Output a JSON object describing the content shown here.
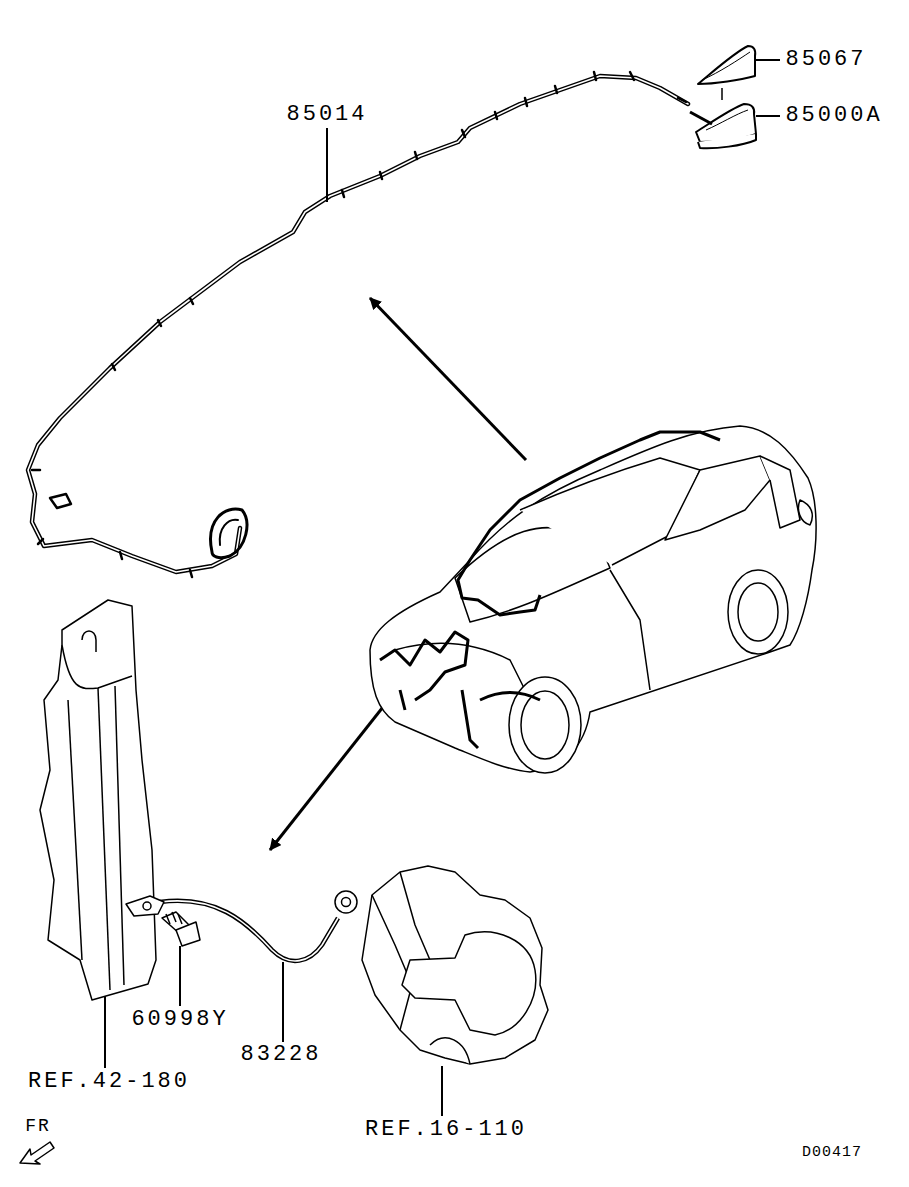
{
  "diagram": {
    "labels": [
      "85067",
      "85014",
      "85000A",
      "60998Y",
      "83228",
      "REF.42-180",
      "REF.16-110",
      "FR",
      "D00417"
    ]
  }
}
